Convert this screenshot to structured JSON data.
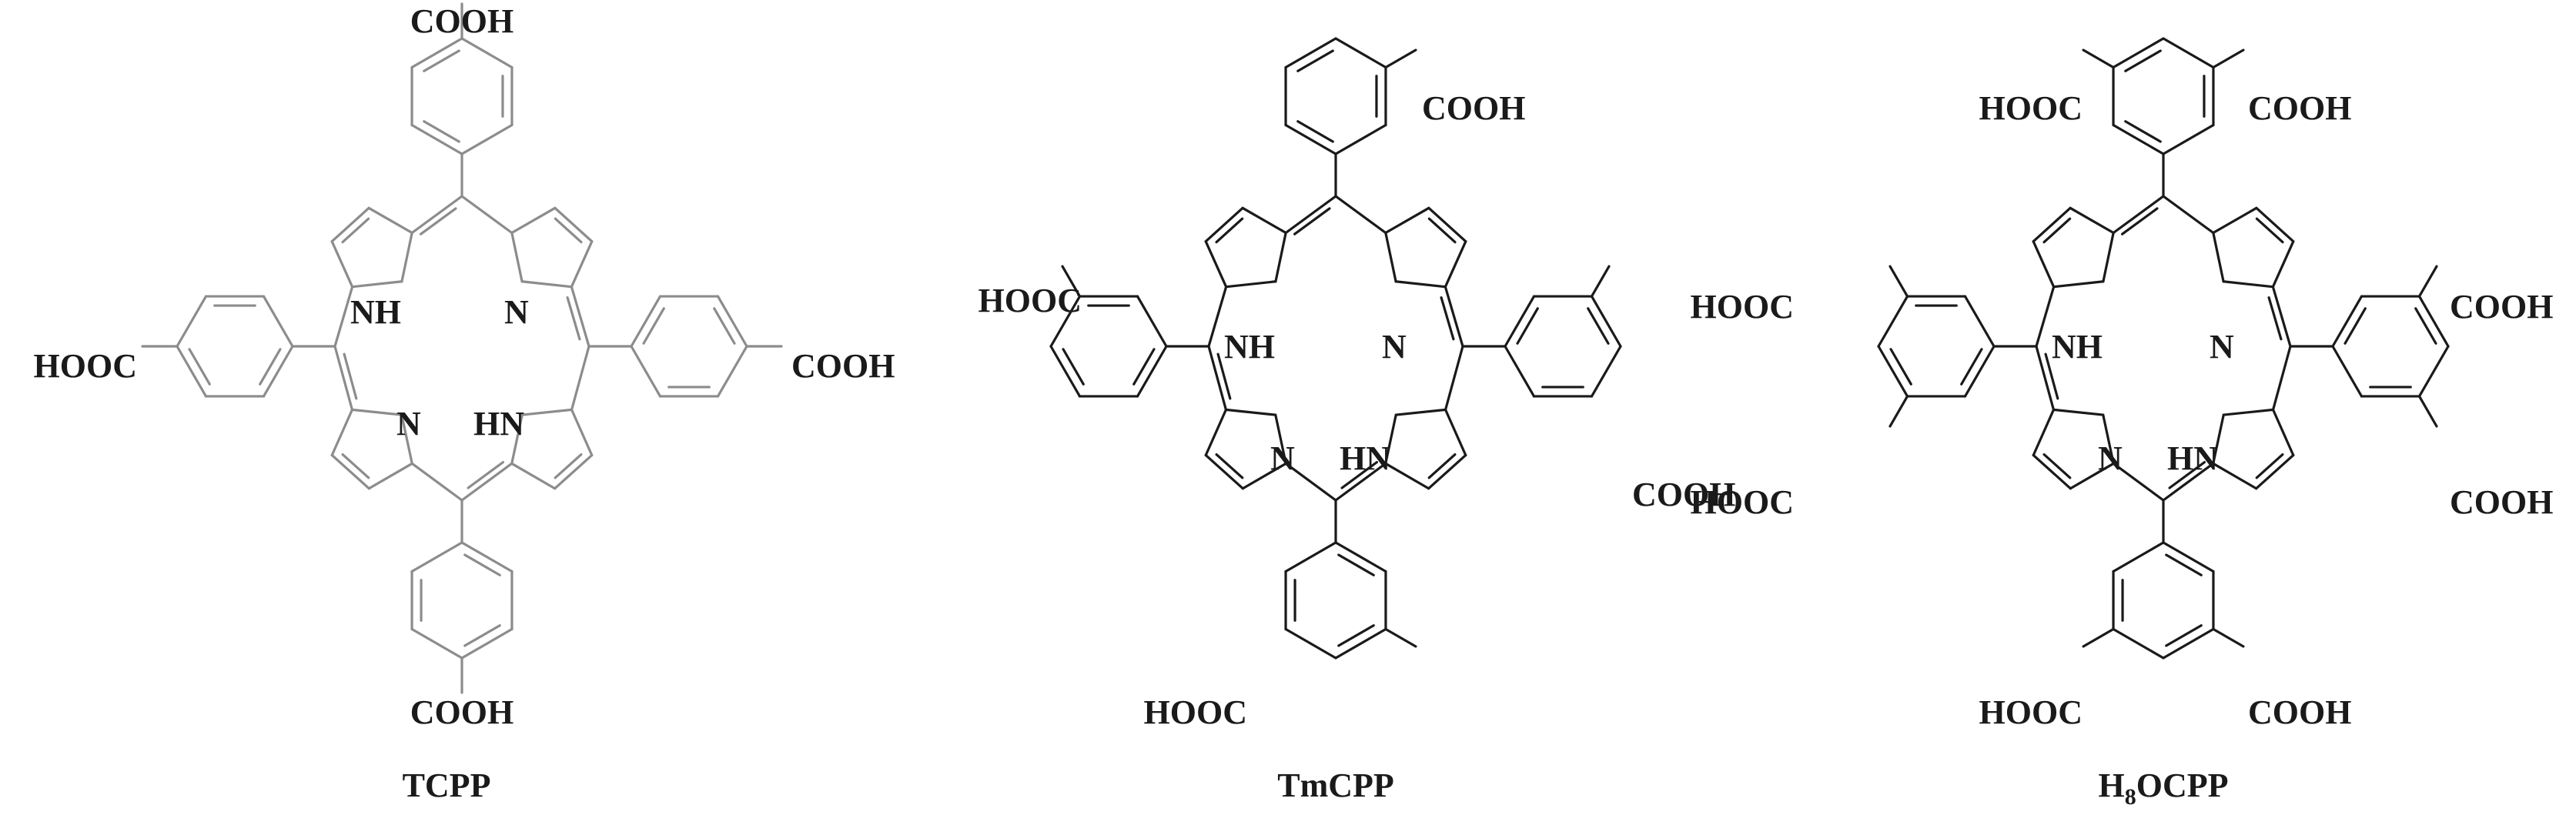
{
  "molecules": [
    {
      "name": "TCPP",
      "color": "#8c8c8c",
      "pattern": "para",
      "groups": [
        "COOH",
        "HOOC",
        "COOH",
        "COOH"
      ],
      "atoms": [
        "NH",
        "N",
        "N",
        "HN"
      ]
    },
    {
      "name": "TmCPP",
      "color": "#1a1a1a",
      "pattern": "meta",
      "groups": [
        "COOH",
        "HOOC",
        "COOH",
        "HOOC"
      ],
      "atoms": [
        "NH",
        "N",
        "N",
        "HN"
      ]
    },
    {
      "name_main": "H",
      "name_sub": "8",
      "name_rest": "OCPP",
      "color": "#1a1a1a",
      "pattern": "dimeta",
      "groups": [
        "HOOC",
        "COOH",
        "HOOC",
        "HOOC",
        "COOH",
        "COOH",
        "HOOC",
        "COOH"
      ],
      "atoms": [
        "NH",
        "N",
        "N",
        "HN"
      ]
    }
  ]
}
